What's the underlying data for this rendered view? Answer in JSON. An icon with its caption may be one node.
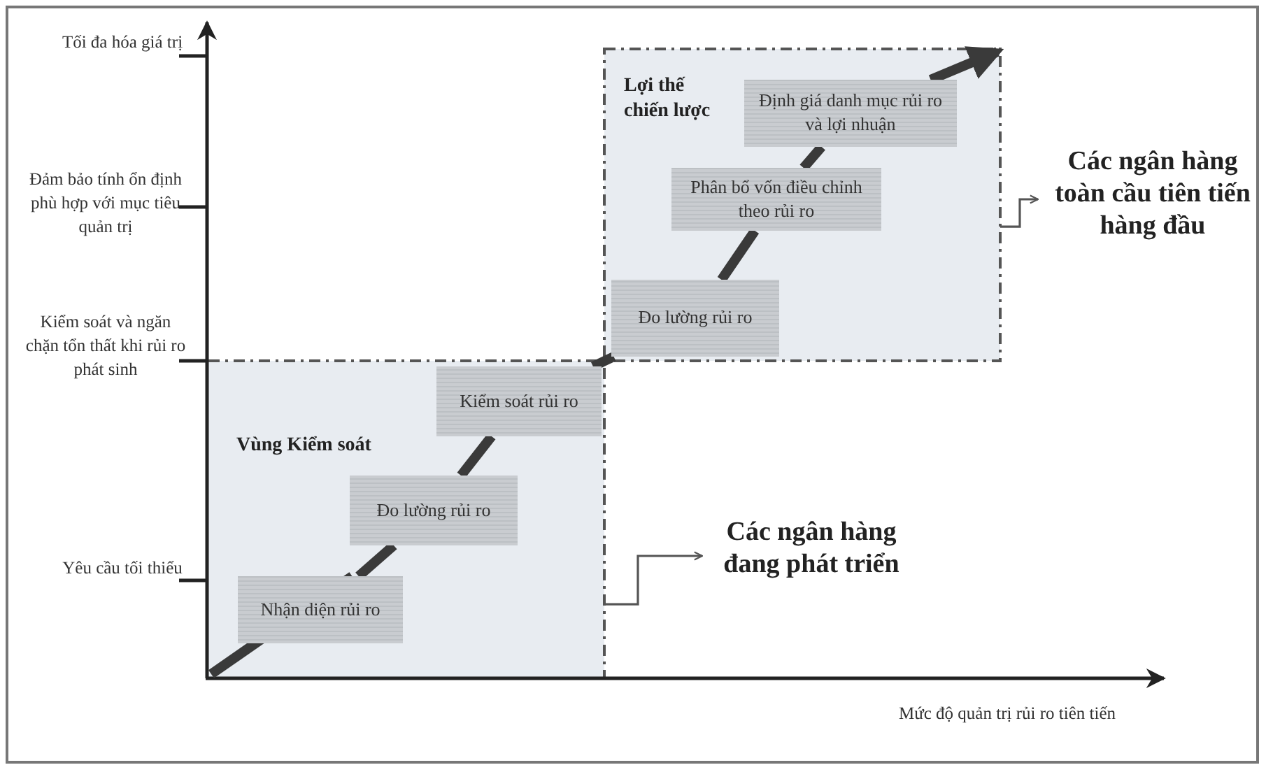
{
  "diagram": {
    "nodes": [
      {
        "text": [
          "Vùng Kiểm soát"
        ]
      },
      {
        "text": [
          "Nhận diện rủi ro"
        ],
        "in": 0
      },
      {
        "text": [
          "Đo lường rủi ro"
        ],
        "in": 0
      },
      {
        "text": [
          "Kiểm soát rủi ro"
        ],
        "in": 0
      },
      {
        "text": [
          "Lợi thế chiến lược"
        ]
      },
      {
        "text": [
          "Đo lường rủi ro"
        ],
        "in": 4
      },
      {
        "text": [
          "Phân bổ vốn điều chỉnh theo rủi ro"
        ],
        "in": 4
      },
      {
        "text": [
          "Định giá danh mục rủi ro và lợi nhuận"
        ],
        "in": 4
      },
      {
        "text": [
          "Các ngân hàng đang phát triển"
        ]
      },
      {
        "text": [
          "Các ngân hàng toàn cầu tiên tiến hàng đầu"
        ]
      }
    ],
    "edges": [
      {
        "from": 0,
        "to": 1,
        "arrow": "none"
      },
      {
        "from": 1,
        "to": 2,
        "arrow": "none"
      },
      {
        "from": 2,
        "to": 3,
        "arrow": "none"
      },
      {
        "from": 3,
        "to": 5,
        "arrow": "none"
      },
      {
        "from": 5,
        "to": 6,
        "arrow": "none"
      },
      {
        "from": 6,
        "to": 7,
        "arrow": "none"
      },
      {
        "from": 7,
        "to": 4,
        "arrow": "to"
      },
      {
        "from": 0,
        "to": 8,
        "arrow": "to"
      },
      {
        "from": 4,
        "to": 9,
        "arrow": "to"
      }
    ],
    "labels": [
      "Tối đa hóa giá trị",
      "Đảm bảo tính ổn định phù hợp với mục tiêu quản trị",
      "Kiểm soát và ngăn chặn tổn thất khi rủi ro phát sinh",
      "Yêu cầu tối thiểu",
      "Mức độ quản trị rủi ro tiên tiến"
    ]
  }
}
